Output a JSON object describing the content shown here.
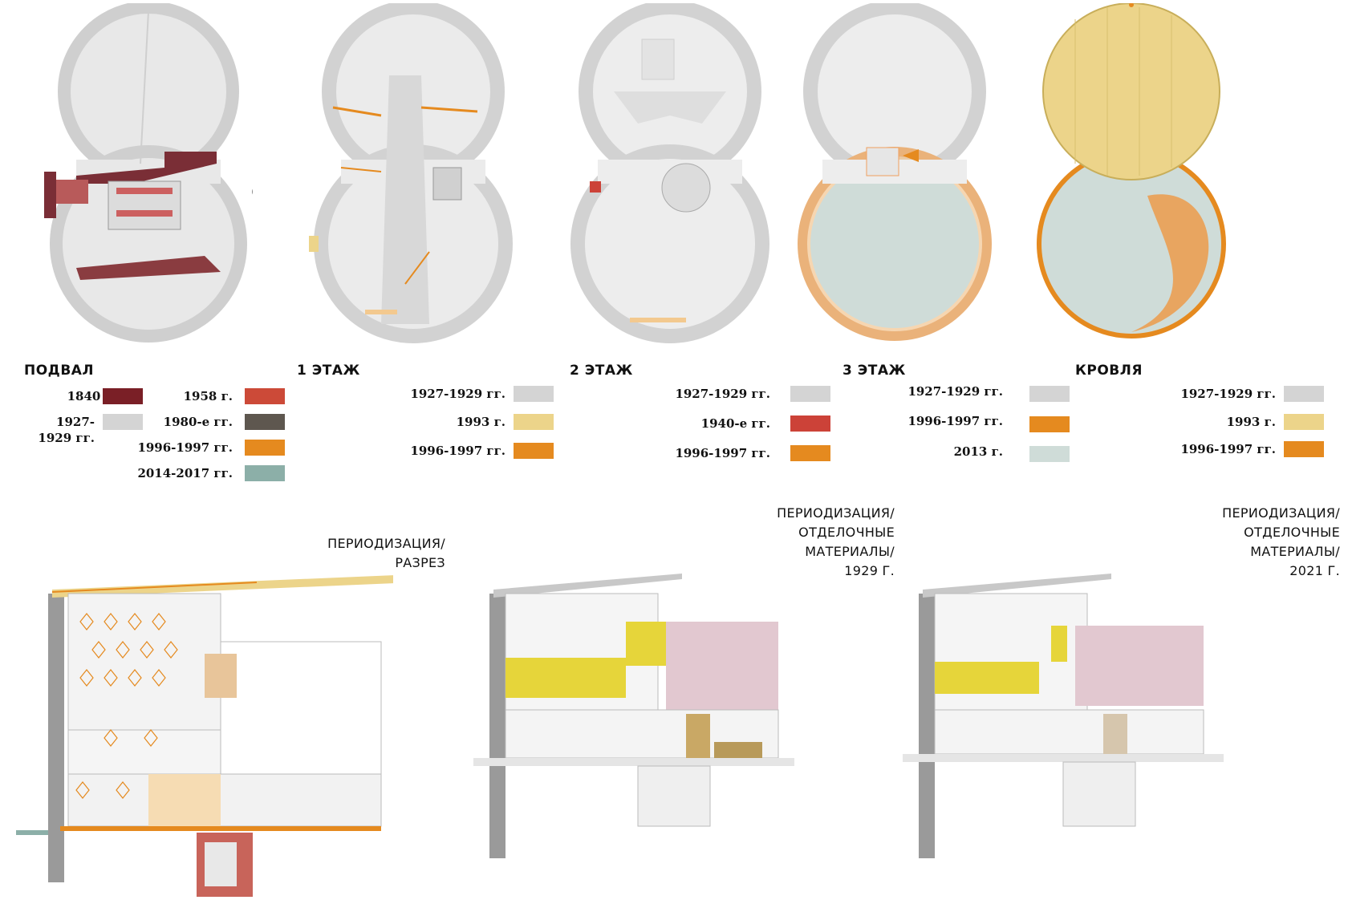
{
  "floors": [
    {
      "title": "ПОДВАЛ",
      "legend": [
        {
          "label": "1840 г.",
          "color": "#7a1f26"
        },
        {
          "label": "1927-\n1929 гг.",
          "color": "#d4d4d4"
        },
        {
          "label": "1958 г.",
          "color": "#cc4a38"
        },
        {
          "label": "1980-е гг.",
          "color": "#5e574f"
        },
        {
          "label": "1996-1997 гг.",
          "color": "#e58a1f"
        },
        {
          "label": "2014-2017 гг.",
          "color": "#8cafa8"
        }
      ]
    },
    {
      "title": "1 ЭТАЖ",
      "legend": [
        {
          "label": "1927-1929 гг.",
          "color": "#d4d4d4"
        },
        {
          "label": "1993 г.",
          "color": "#ecd48a"
        },
        {
          "label": "1996-1997 гг.",
          "color": "#e58a1f"
        }
      ]
    },
    {
      "title": "2 ЭТАЖ",
      "legend": [
        {
          "label": "1927-1929 гг.",
          "color": "#d4d4d4"
        },
        {
          "label": "1940-е гг.",
          "color": "#cc4238"
        },
        {
          "label": "1996-1997 гг.",
          "color": "#e58a1f"
        }
      ]
    },
    {
      "title": "3 ЭТАЖ",
      "legend": [
        {
          "label": "1927-1929 гг.",
          "color": "#d4d4d4"
        },
        {
          "label": "1996-1997 гг.",
          "color": "#e58a1f"
        },
        {
          "label": "2013 г.",
          "color": "#cfdcd8"
        }
      ]
    },
    {
      "title": "КРОВЛЯ",
      "legend": [
        {
          "label": "1927-1929 гг.",
          "color": "#d4d4d4"
        },
        {
          "label": "1993 г.",
          "color": "#ecd48a"
        },
        {
          "label": "1996-1997 гг.",
          "color": "#e58a1f"
        }
      ]
    }
  ],
  "sections": [
    {
      "label_lines": [
        "ПЕРИОДИЗАЦИЯ/",
        "РАЗРЕЗ"
      ]
    },
    {
      "label_lines": [
        "ПЕРИОДИЗАЦИЯ/",
        "ОТДЕЛОЧНЫЕ",
        "МАТЕРИАЛЫ/",
        "1929 Г."
      ]
    },
    {
      "label_lines": [
        "ПЕРИОДИЗАЦИЯ/",
        "ОТДЕЛОЧНЫЕ",
        "МАТЕРИАЛЫ/",
        "2021 Г."
      ]
    }
  ]
}
